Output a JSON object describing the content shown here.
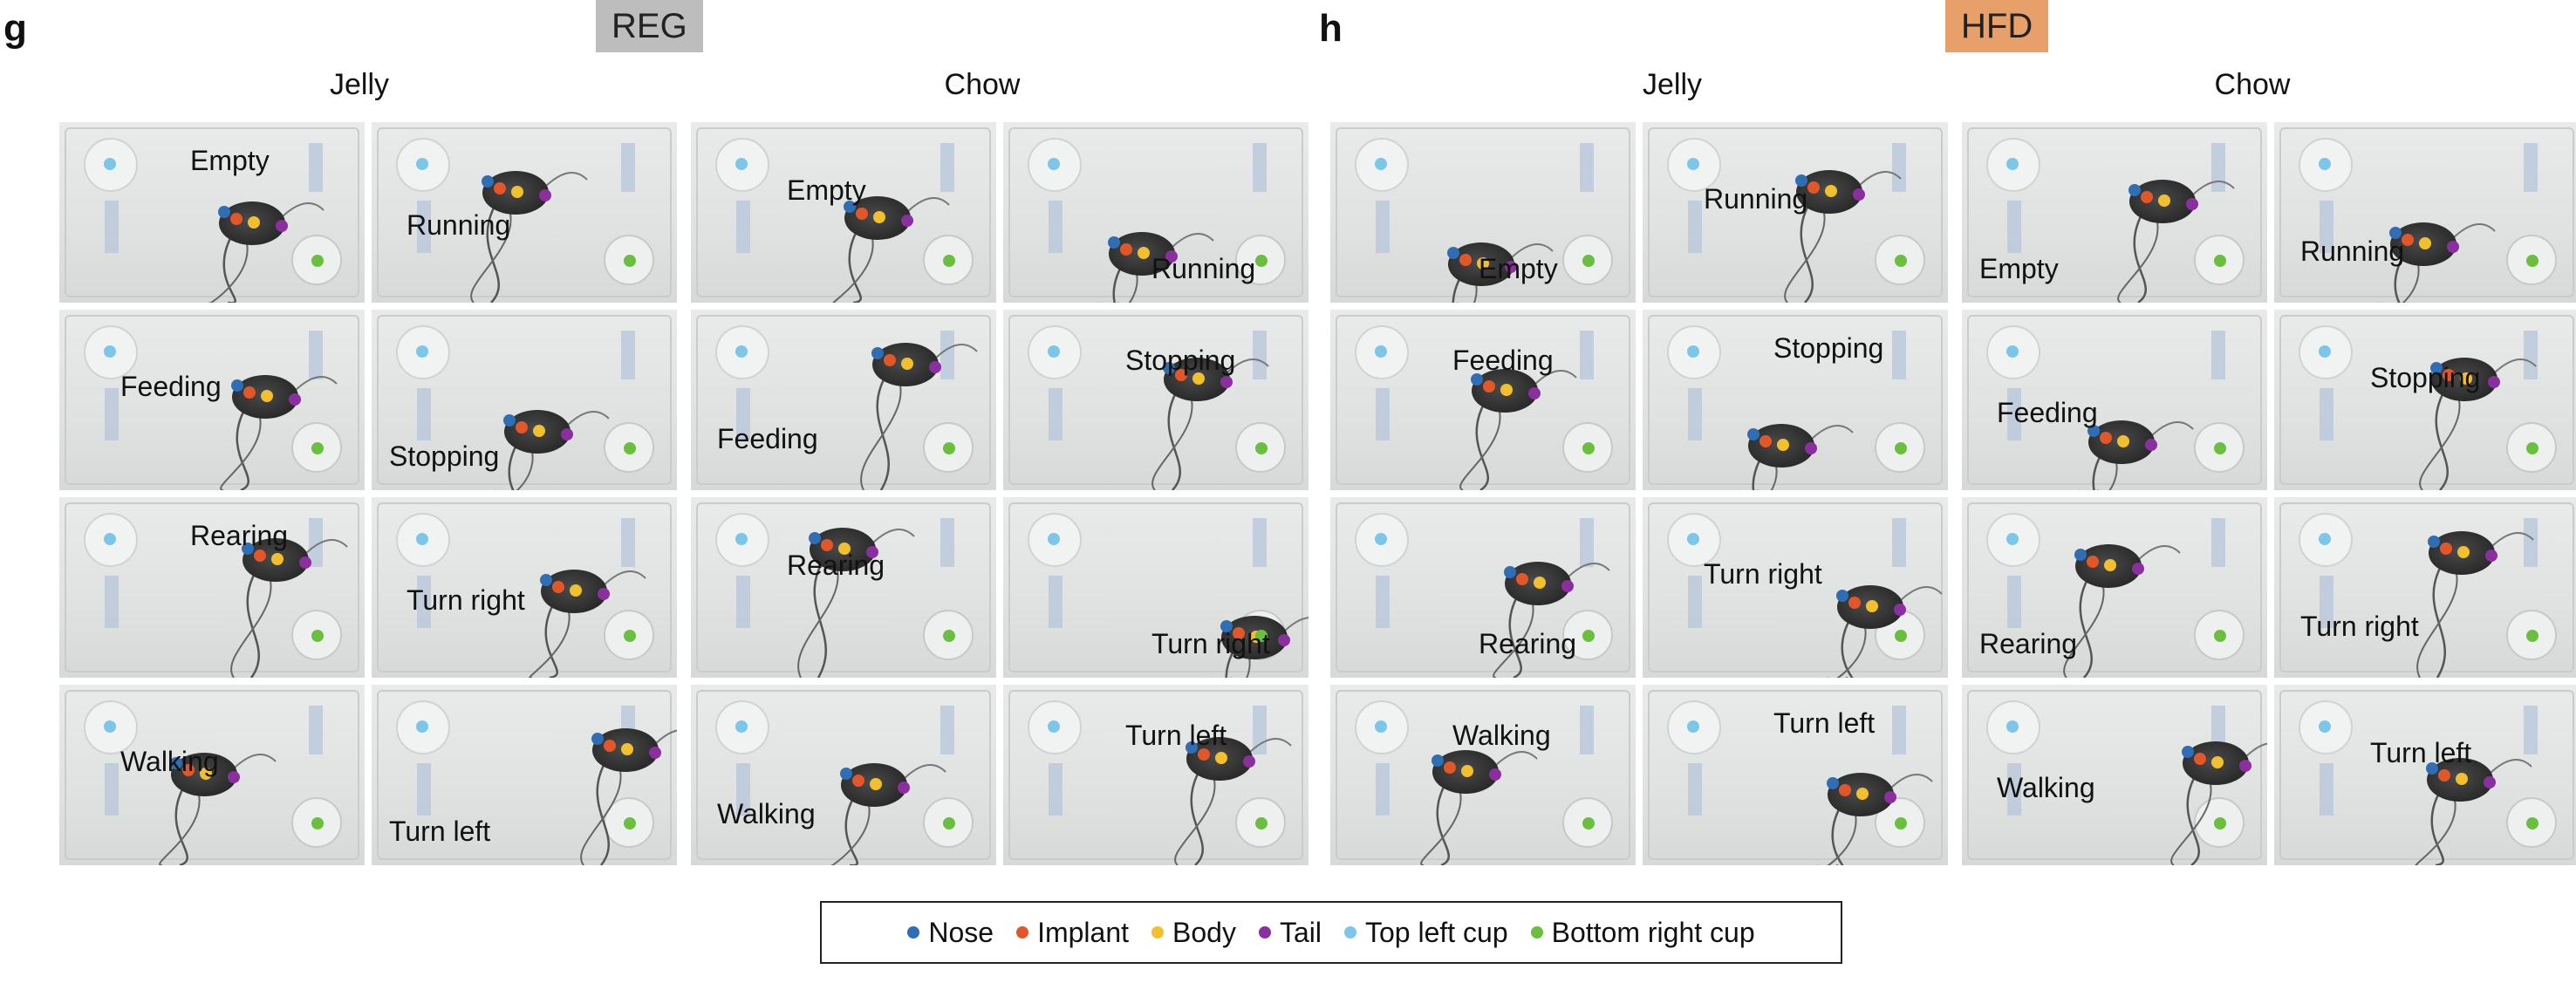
{
  "colors": {
    "nose": "#2f6db5",
    "implant": "#e2572a",
    "body": "#f2c02e",
    "tail": "#8a2ea0",
    "top_left_cup": "#7cc6ea",
    "bottom_right_cup": "#6bbf3f",
    "reg_badge": "#bdbdbd",
    "hfd_badge": "#e8a06a"
  },
  "panels": [
    {
      "letter": "g",
      "badge": "REG",
      "columns": [
        "Jelly",
        "Chow"
      ],
      "cells": [
        [
          "Empty",
          "Running",
          "Empty",
          "Running"
        ],
        [
          "Feeding",
          "Stopping",
          "Feeding",
          "Stopping"
        ],
        [
          "Rearing",
          "Turn right",
          "Rearing",
          "Turn right"
        ],
        [
          "Walking",
          "Turn left",
          "Walking",
          "Turn left"
        ]
      ]
    },
    {
      "letter": "h",
      "badge": "HFD",
      "columns": [
        "Jelly",
        "Chow"
      ],
      "cells": [
        [
          "Empty",
          "Running",
          "Empty",
          "Running"
        ],
        [
          "Feeding",
          "Stopping",
          "Feeding",
          "Stopping"
        ],
        [
          "Rearing",
          "Turn right",
          "Rearing",
          "Turn right"
        ],
        [
          "Walking",
          "Turn left",
          "Walking",
          "Turn left"
        ]
      ]
    }
  ],
  "legend": {
    "nose": "Nose",
    "implant": "Implant",
    "body": "Body",
    "tail": "Tail",
    "top_left_cup": "Top left cup",
    "bottom_right_cup": "Bottom right cup"
  }
}
